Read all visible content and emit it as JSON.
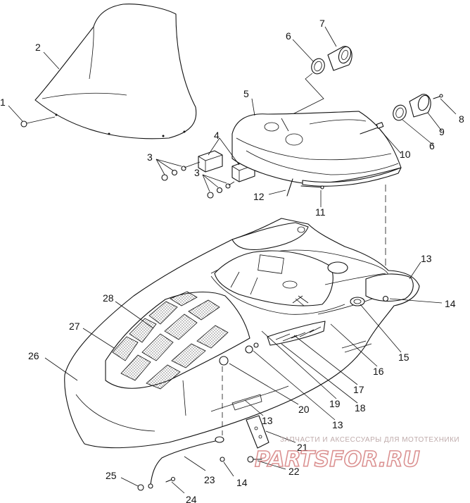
{
  "callouts": [
    {
      "text": "1"
    },
    {
      "text": "2"
    },
    {
      "text": "3"
    },
    {
      "text": "3"
    },
    {
      "text": "4"
    },
    {
      "text": "5"
    },
    {
      "text": "6"
    },
    {
      "text": "7"
    },
    {
      "text": "6"
    },
    {
      "text": "8"
    },
    {
      "text": "9"
    },
    {
      "text": "10"
    },
    {
      "text": "11"
    },
    {
      "text": "12"
    },
    {
      "text": "13"
    },
    {
      "text": "14"
    },
    {
      "text": "15"
    },
    {
      "text": "16"
    },
    {
      "text": "17"
    },
    {
      "text": "18"
    },
    {
      "text": "19"
    },
    {
      "text": "13"
    },
    {
      "text": "20"
    },
    {
      "text": "13"
    },
    {
      "text": "21"
    },
    {
      "text": "22"
    },
    {
      "text": "23"
    },
    {
      "text": "14"
    },
    {
      "text": "24"
    },
    {
      "text": "25"
    },
    {
      "text": "26"
    },
    {
      "text": "27"
    },
    {
      "text": "28"
    }
  ],
  "watermark": {
    "caption": "ЗАПЧАСТИ И АКСЕССУАРЫ ДЛЯ МОТОТЕХНИКИ",
    "logo": "PARTSFOR.RU"
  }
}
